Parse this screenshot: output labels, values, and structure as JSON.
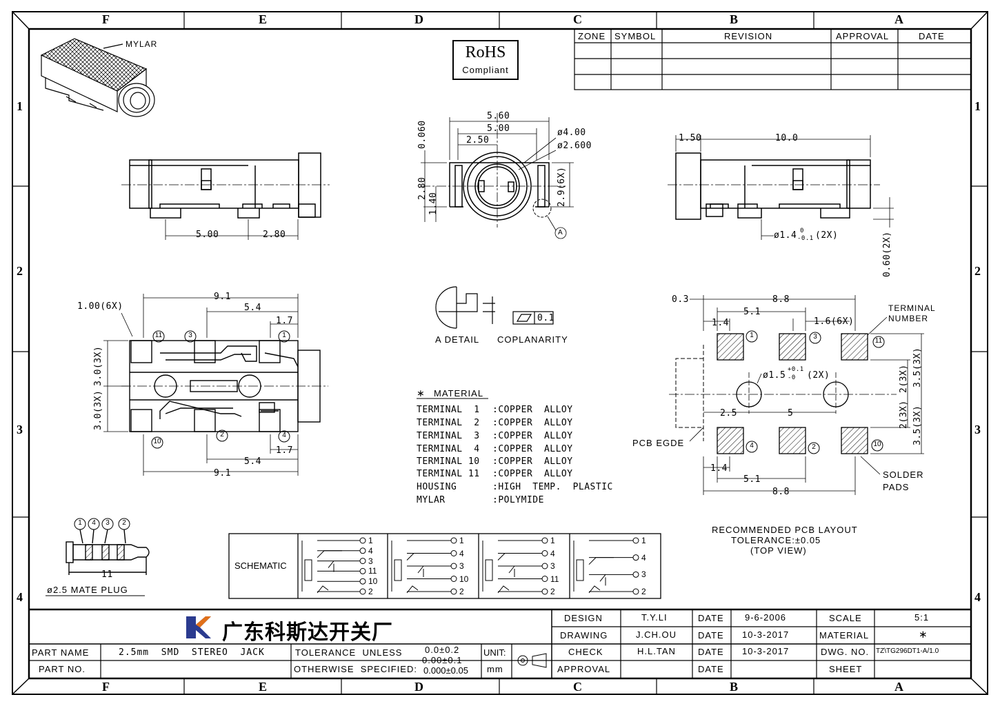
{
  "border": {
    "columns_top": [
      "F",
      "E",
      "D",
      "C",
      "B",
      "A"
    ],
    "columns_bottom": [
      "F",
      "E",
      "D",
      "C",
      "B",
      "A"
    ],
    "rows_left": [
      "1",
      "2",
      "3",
      "4"
    ],
    "rows_right": [
      "1",
      "2",
      "3",
      "4"
    ]
  },
  "revision_table": {
    "headers": [
      "ZONE",
      "SYMBOL",
      "REVISION",
      "APPROVAL",
      "DATE"
    ]
  },
  "rohs": {
    "line1": "RoHS",
    "line2": "Compliant"
  },
  "labels": {
    "mylar": "MYLAR",
    "a_detail": "A DETAIL",
    "coplanarity": "COPLANARITY",
    "coplanarity_value": "0.1",
    "callout_a": "A",
    "terminal_number": "TERMINAL",
    "terminal_number2": "NUMBER",
    "pcb_edge": "PCB EGDE",
    "solder": "SOLDER",
    "pads": "PADS",
    "layout_title1": "RECOMMENDED PCB LAYOUT",
    "layout_title2": "TOLERANCE:±0.05",
    "layout_title3": "(TOP VIEW)",
    "mate_plug": "ø2.5 MATE PLUG",
    "schematic": "SCHEMATIC"
  },
  "dims": {
    "side_500": "5.00",
    "side_280": "2.80",
    "front_560": "5.60",
    "front_500": "5.00",
    "front_250": "2.50",
    "front_d400": "ø4.00",
    "front_d2600": "ø2.600",
    "front_0060": "0.060",
    "front_280": "2.80",
    "front_140": "1.40",
    "front_29": "2.9(6X)",
    "right_150": "1.50",
    "right_100": "10.0",
    "right_d14": "ø1.4",
    "right_d14_tol_up": "0",
    "right_d14_tol_dn": "-0.1",
    "right_d14_suffix": "(2X)",
    "right_060": "0.60(2X)",
    "top_91a": "9.1",
    "top_54a": "5.4",
    "top_100": "1.00(6X)",
    "top_17a": "1.7",
    "top_30a": "3.0(3X)",
    "top_30b": "3.0(3X)",
    "top_17b": "1.7",
    "top_54b": "5.4",
    "top_91b": "9.1",
    "pcb_03": "0.3",
    "pcb_88a": "8.8",
    "pcb_51a": "5.1",
    "pcb_14a": "1.4",
    "pcb_16": "1.6(6X)",
    "pcb_d15": "ø1.5",
    "pcb_d15_tol_up": "+0.1",
    "pcb_d15_tol_dn": "-0",
    "pcb_d15_suffix": "(2X)",
    "pcb_25": "2.5",
    "pcb_5": "5",
    "pcb_2a": "2(3X)",
    "pcb_35a": "3.5(3X)",
    "pcb_2b": "2(3X)",
    "pcb_35b": "3.5(3X)",
    "pcb_14b": "1.4",
    "pcb_51b": "5.1",
    "pcb_88b": "8.8",
    "plug_11": "11"
  },
  "terminal_circles": {
    "top_view": [
      "11",
      "3",
      "1",
      "10",
      "2",
      "4"
    ],
    "pcb": [
      "1",
      "3",
      "11",
      "4",
      "2",
      "10"
    ],
    "plug": [
      "1",
      "4",
      "3",
      "2"
    ]
  },
  "material": {
    "title": "MATERIAL",
    "star": "∗",
    "rows": [
      {
        "name": "TERMINAL  1",
        "value": ":COPPER  ALLOY"
      },
      {
        "name": "TERMINAL  2",
        "value": ":COPPER  ALLOY"
      },
      {
        "name": "TERMINAL  3",
        "value": ":COPPER  ALLOY"
      },
      {
        "name": "TERMINAL  4",
        "value": ":COPPER  ALLOY"
      },
      {
        "name": "TERMINAL 10",
        "value": ":COPPER  ALLOY"
      },
      {
        "name": "TERMINAL 11",
        "value": ":COPPER  ALLOY"
      },
      {
        "name": "HOUSING",
        "value": ":HIGH  TEMP.  PLASTIC"
      },
      {
        "name": "MYLAR",
        "value": ":POLYMIDE"
      }
    ]
  },
  "schematics": [
    [
      "1",
      "4",
      "3",
      "11",
      "10",
      "2"
    ],
    [
      "1",
      "4",
      "3",
      "10",
      "2"
    ],
    [
      "1",
      "4",
      "3",
      "11",
      "2"
    ],
    [
      "1",
      "4",
      "3",
      "2"
    ]
  ],
  "title_block": {
    "company": "广东科斯达开关厂",
    "design_label": "DESIGN",
    "design_value": "T.Y.LI",
    "drawing_label": "DRAWING",
    "drawing_value": "J.CH.OU",
    "check_label": "CHECK",
    "check_value": "H.L.TAN",
    "approval_label": "APPROVAL",
    "date_label": "DATE",
    "date1": "9-6-2006",
    "date2": "10-3-2017",
    "date3": "10-3-2017",
    "scale_label": "SCALE",
    "scale_value": "5:1",
    "material_label": "MATERIAL",
    "material_value": "∗",
    "dwg_label": "DWG. NO.",
    "dwg_value": "TZ\\TG296DT1-A/1.0",
    "sheet_label": "SHEET",
    "part_name_label": "PART NAME",
    "part_name_value": "2.5mm  SMD  STEREO  JACK",
    "part_no_label": "PART NO.",
    "tol_label1": "TOLERANCE  UNLESS",
    "tol_label2": "OTHERWISE  SPECIFIED:",
    "tol_v1": "0.0±0.2",
    "tol_v2": "0.00±0.1",
    "tol_v3": "0.000±0.05",
    "unit_label": "UNIT:",
    "unit_value": "mm"
  }
}
